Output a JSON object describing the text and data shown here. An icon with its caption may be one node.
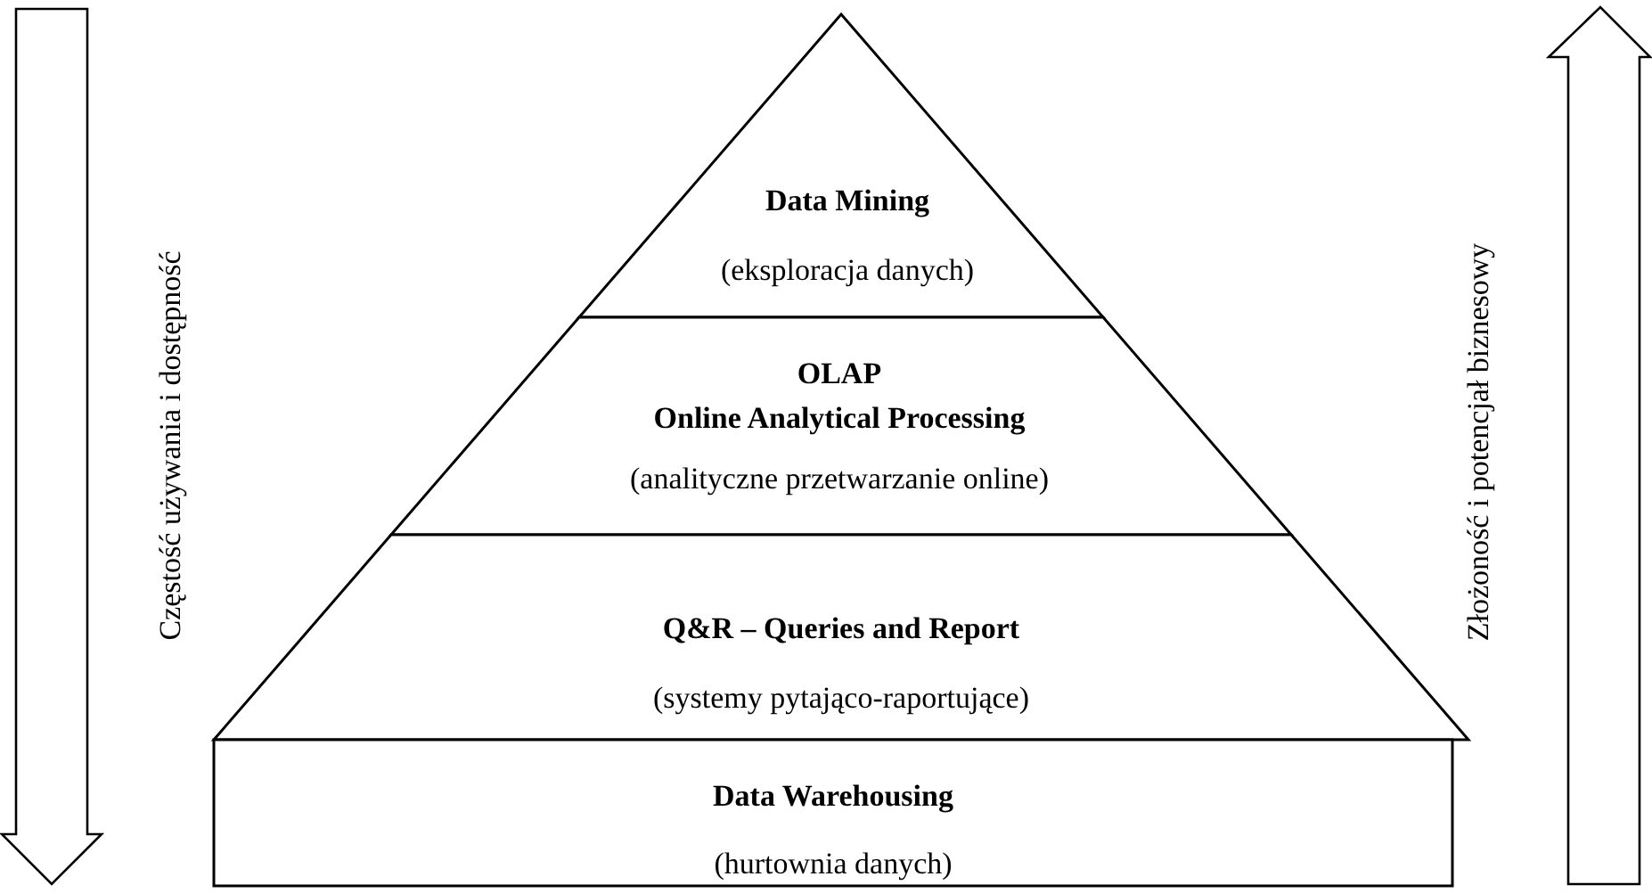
{
  "diagram": {
    "nodes": [
      {
        "text": [
          "Data Mining",
          "(eksploracja danych)"
        ]
      },
      {
        "text": [
          "OLAP",
          "Online Analytical Processing",
          "(analityczne przetwarzanie online)"
        ]
      },
      {
        "text": [
          "Q&R – Queries and Report",
          "(systemy pytająco-raportujące)"
        ]
      },
      {
        "text": [
          "Data Warehousing",
          "(hurtownia danych)"
        ]
      }
    ],
    "labels": [
      "Częstość używania i dostępność",
      "Złożoność i potencjał biznesowy"
    ]
  }
}
